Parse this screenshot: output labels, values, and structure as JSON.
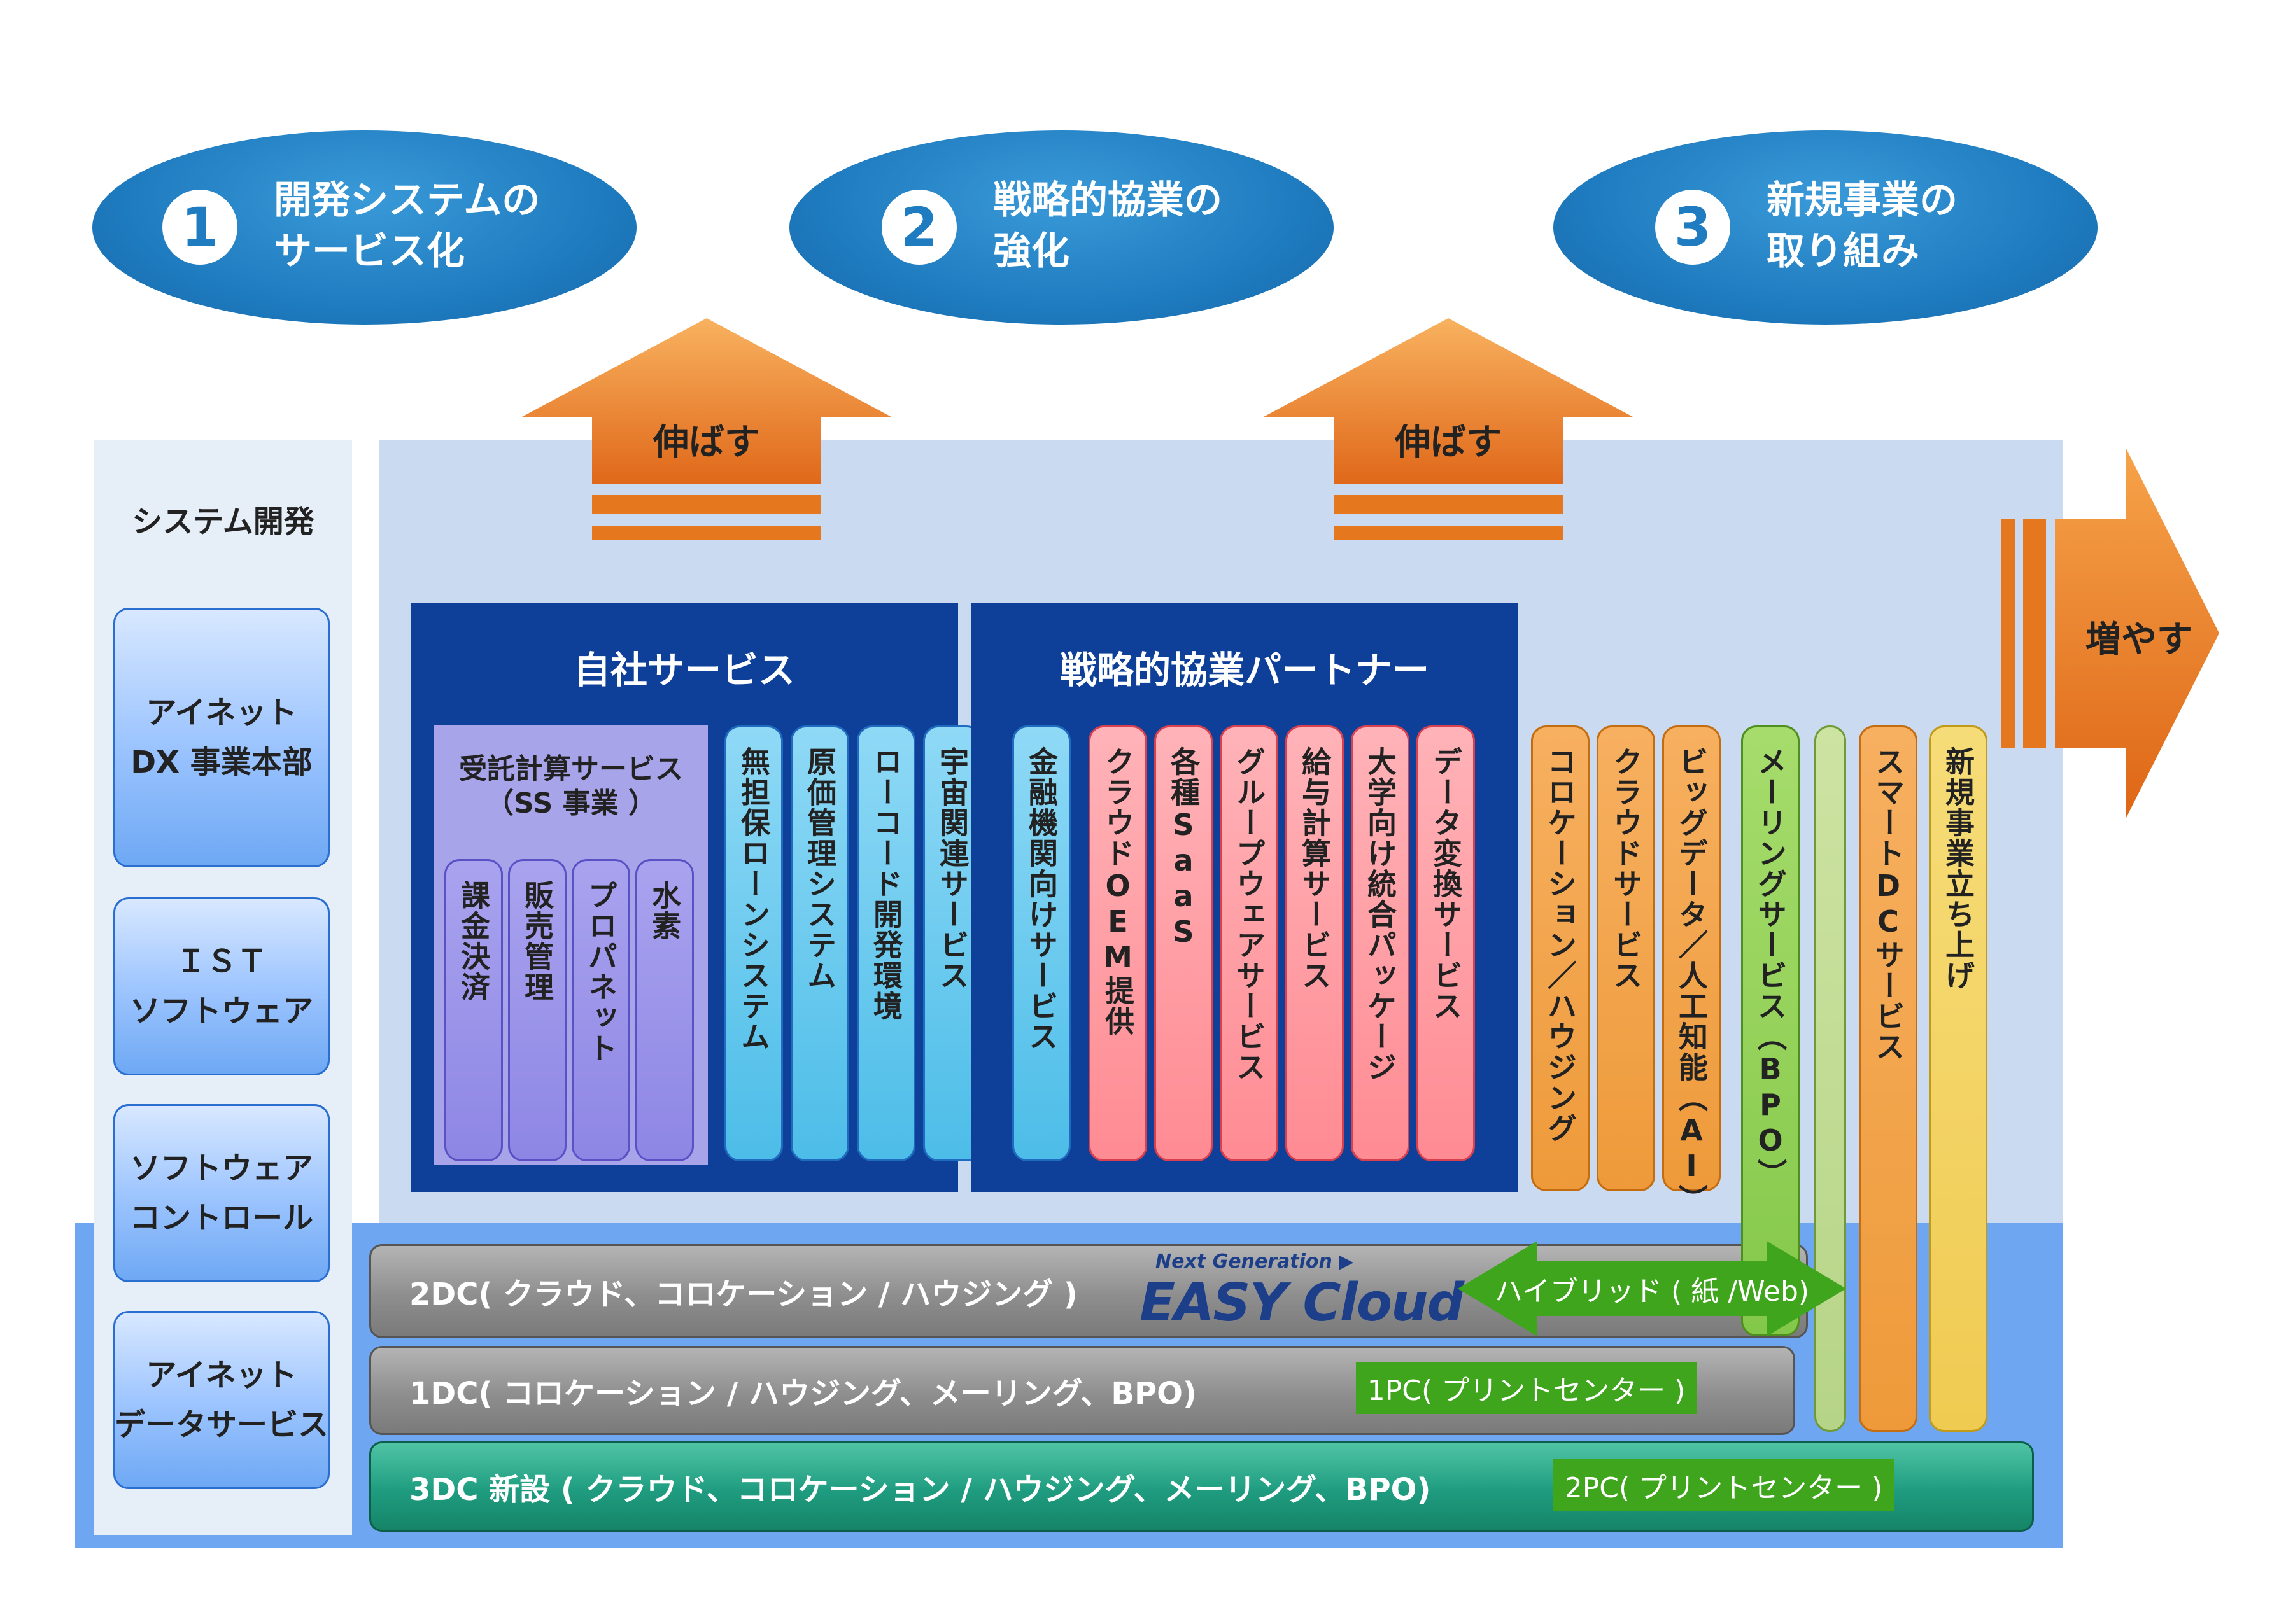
{
  "goals": [
    {
      "number": "1",
      "line1": "開発システムの",
      "line2": "サービス化"
    },
    {
      "number": "2",
      "line1": "戦略的協業の",
      "line2": "強化"
    },
    {
      "number": "3",
      "line1": "新規事業の",
      "line2": "取り組み"
    }
  ],
  "arrows": {
    "extend_left": "伸ばす",
    "extend_right": "伸ばす",
    "increase": "増やす"
  },
  "left_panel": {
    "title": "システム開発",
    "companies": [
      {
        "line1": "アイネット",
        "line2": "DX 事業本部"
      },
      {
        "line1": "ＩＳＴ",
        "line2": "ソフトウェア"
      },
      {
        "line1": "ソフトウェア",
        "line2": "コントロール"
      },
      {
        "line1": "アイネット",
        "line2": "データサービス"
      }
    ]
  },
  "own_services": {
    "title": "自社サービス",
    "ss_title_line1": "受託計算サービス",
    "ss_title_line2": "（SS 事業 ）",
    "ss_items": [
      "課金決済",
      "販売管理",
      "プロパネット",
      "水素"
    ],
    "items": [
      "無担保ローンシステム",
      "原価管理システム",
      "ローコード開発環境",
      "宇宙関連サービス"
    ]
  },
  "partners": {
    "title": "戦略的協業パートナー",
    "items": [
      "金融機関向けサービス",
      "クラウドOEM提供",
      "各種SaaS",
      "グループウェアサービス",
      "給与計算サービス",
      "大学向け統合パッケージ",
      "データ変換サービス"
    ]
  },
  "infra_services": [
    "コロケーション／ハウジング",
    "クラウドサービス",
    "ビッグデータ／人工知能（AI）",
    "メーリングサービス（BPO）",
    "",
    "スマートDCサービス",
    "新規事業立ち上げ"
  ],
  "bars": {
    "dc2": "2DC( クラウド、コロケーション / ハウジング )",
    "dc1": "1DC( コロケーション / ハウジング、メーリング、BPO)",
    "dc3": "3DC 新設 ( クラウド、コロケーション / ハウジング、メーリング、BPO)"
  },
  "easy_cloud": {
    "tagline": "Next Generation",
    "name": "EASY Cloud"
  },
  "hybrid": "ハイブリッド ( 紙 /Web)",
  "print_centers": {
    "pc1": "1PC( プリントセンター )",
    "pc2": "2PC( プリントセンター )"
  },
  "colors": {
    "navy": "#0e3f99",
    "ellipse": "#1f7cc0",
    "arrow_orange": "#e5771f",
    "green": "#3ea51c"
  }
}
